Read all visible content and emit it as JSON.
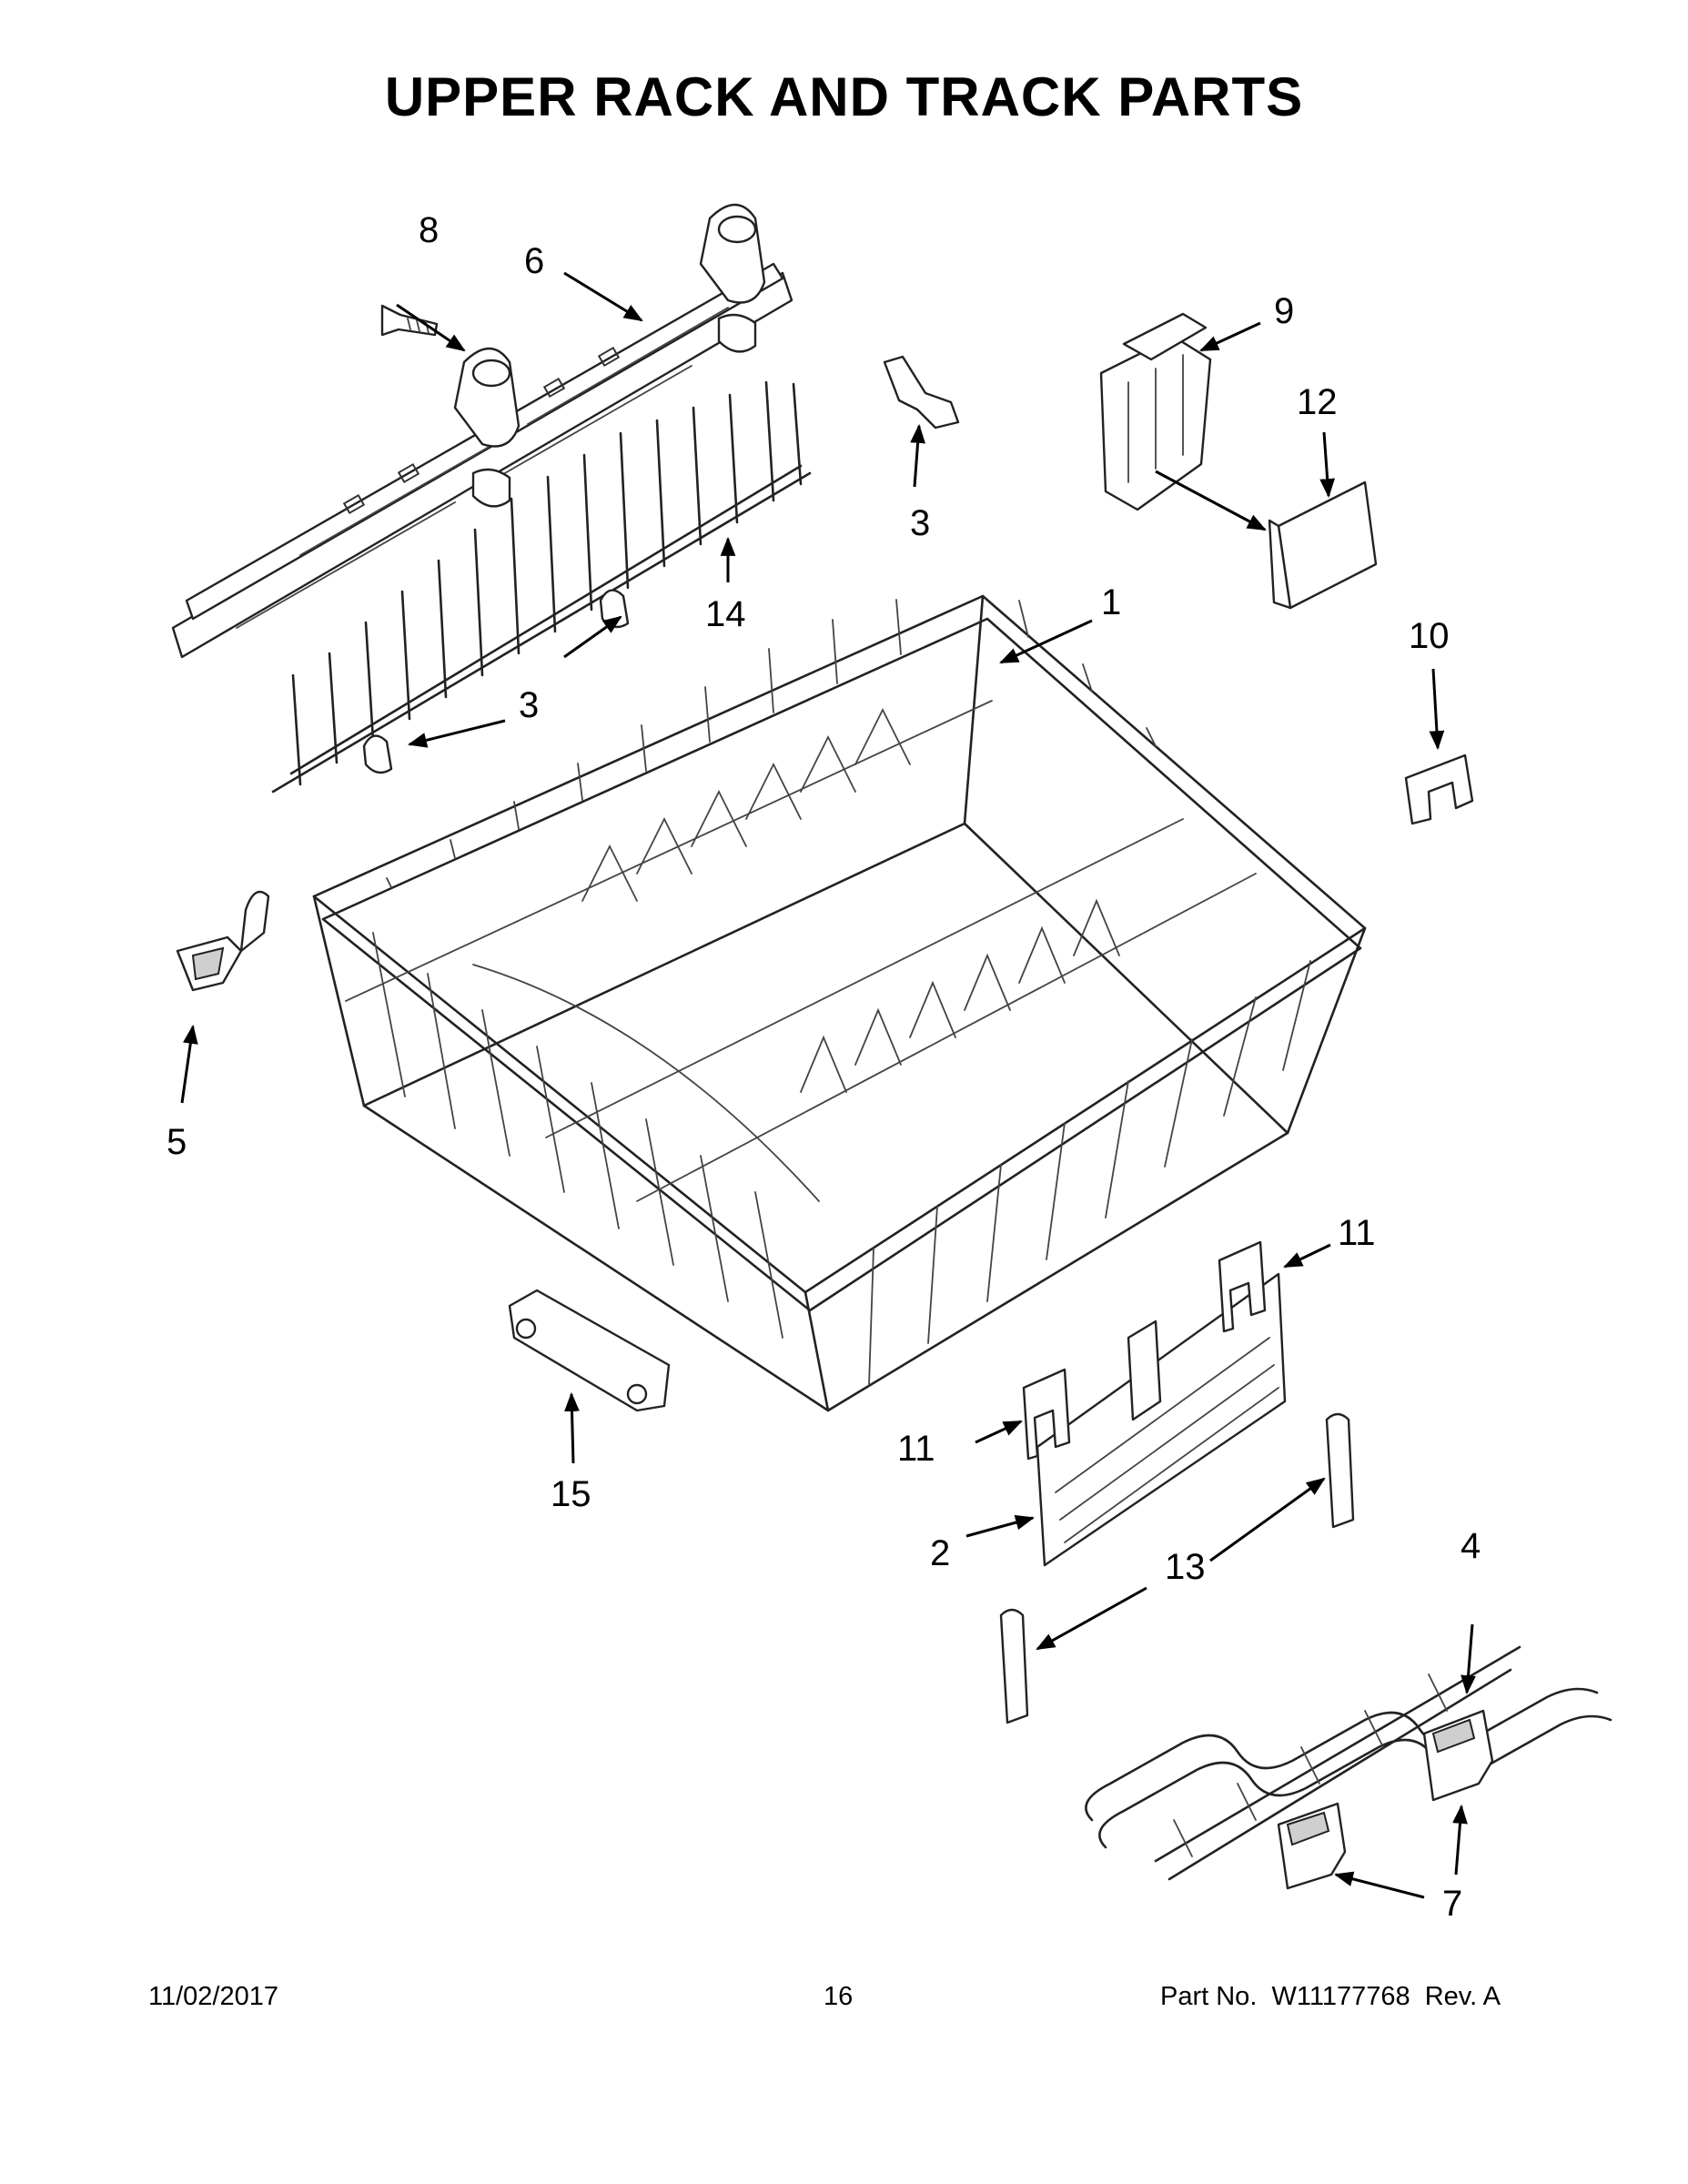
{
  "page": {
    "title": "UPPER RACK AND TRACK PARTS",
    "footer": {
      "date": "11/02/2017",
      "page_number": "16",
      "part_label": "Part No.",
      "part_number": "W11177768",
      "revision": "Rev. A"
    }
  },
  "callouts": {
    "c1": "1",
    "c2": "2",
    "c3a": "3",
    "c3b": "3",
    "c4": "4",
    "c5": "5",
    "c6": "6",
    "c7": "7",
    "c8": "8",
    "c9": "9",
    "c10": "10",
    "c11a": "11",
    "c11b": "11",
    "c12": "12",
    "c13": "13",
    "c14": "14",
    "c15": "15"
  }
}
